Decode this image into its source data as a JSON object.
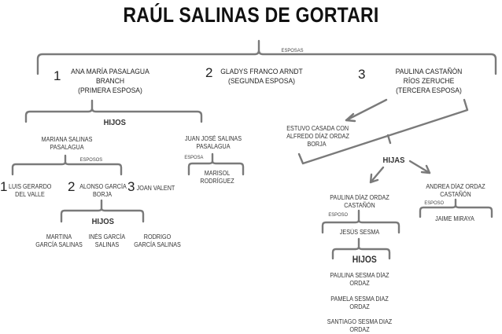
{
  "title": "RAÚL SALINAS DE GORTARI",
  "wives_label": "ESPOSAS",
  "wives": [
    {
      "number": "1",
      "name_line1": "ANA MARÍA PASALAGUA",
      "name_line2": "BRANCH",
      "role": "(PRIMERA ESPOSA)"
    },
    {
      "number": "2",
      "name_line1": "GLADYS FRANCO ARNDT",
      "role": "(SEGUNDA ESPOSA)"
    },
    {
      "number": "3",
      "name_line1": "PAULINA CASTAÑÓN",
      "name_line2": "RÍOS ZERUCHE",
      "role": "(TERCERA ESPOSA)"
    }
  ],
  "first_wife_children": {
    "label": "HIJOS",
    "mariana": {
      "name_line1": "MARIANA SALINAS",
      "name_line2": "PASALAGUA",
      "spouses_label": "ESPOSOS",
      "spouses": [
        {
          "number": "1",
          "line1": "LUIS GERARDO",
          "line2": "DEL VALLE"
        },
        {
          "number": "2",
          "line1": "ALONSO GARCÍA",
          "line2": "BORJA"
        },
        {
          "number": "3",
          "line1": "JOAN VALENT"
        }
      ],
      "children_label": "HIJOS",
      "children": [
        {
          "line1": "MARTINA",
          "line2": "GARCÍA SALINAS"
        },
        {
          "line1": "INÉS GARCÍA",
          "line2": "SALINAS"
        },
        {
          "line1": "RODRIGO",
          "line2": "GARCÍA SALINAS"
        }
      ]
    },
    "juan_jose": {
      "name_line1": "JUAN JOSÉ SALINAS",
      "name_line2": "PASALAGUA",
      "spouse_label": "ESPOSA",
      "spouse_line1": "MARISOL",
      "spouse_line2": "RODRÍGUEZ"
    }
  },
  "third_wife": {
    "previous_marriage": [
      "ESTUVO CASADA CON",
      "ALFREDO DÍAZ ORDAZ",
      "BORJA"
    ],
    "daughters_label": "HIJAS",
    "paulina": {
      "name_line1": "PAULINA DÍAZ ORDAZ",
      "name_line2": "CASTAÑÓN",
      "spouse_label": "ESPOSO",
      "spouse": "JESÚS SESMA",
      "children_label": "HIJOS",
      "children": [
        {
          "line1": "PAULINA SESMA DÍAZ",
          "line2": "ORDAZ"
        },
        {
          "line1": "PAMELA SESMA DIAZ",
          "line2": "ORDAZ"
        },
        {
          "line1": "SANTIAGO SESMA DIAZ",
          "line2": "ORDAZ"
        }
      ]
    },
    "andrea": {
      "name_line1": "ANDREA DÍAZ ORDAZ",
      "name_line2": "CASTAÑÓN",
      "spouse_label": "ESPOSO",
      "spouse": "JAIME MIRAYA"
    }
  },
  "colors": {
    "line": "#7a7a7a",
    "text": "#333333",
    "title": "#111111"
  }
}
